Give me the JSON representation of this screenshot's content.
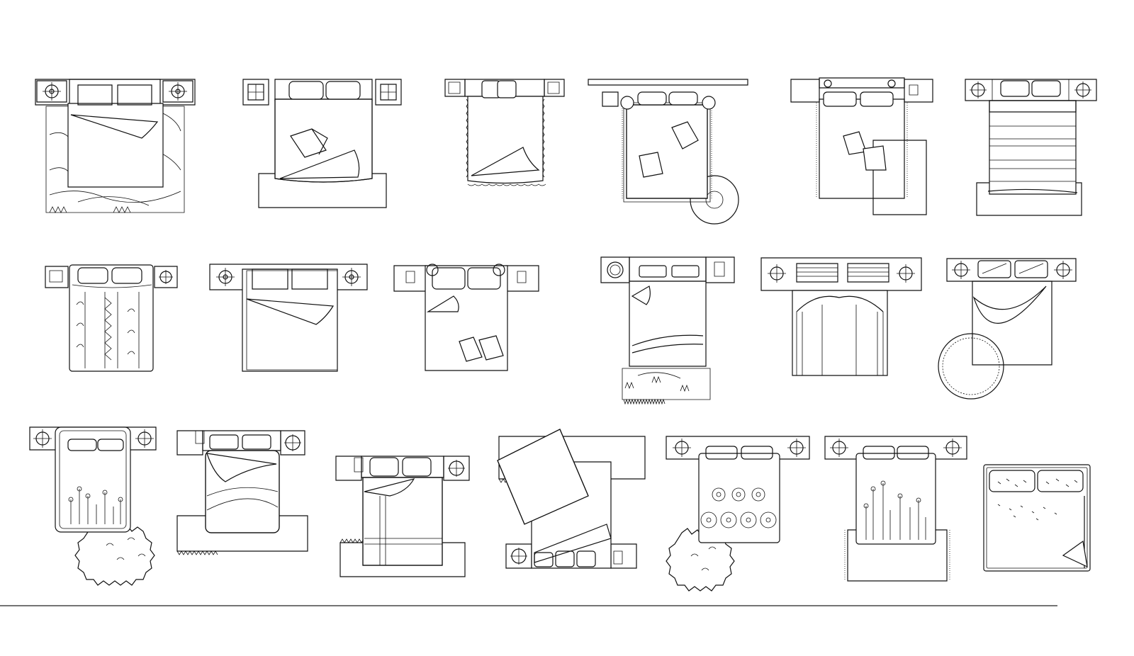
{
  "title": "",
  "colors": {
    "line": "#111111",
    "background": "#ffffff"
  },
  "drawing": {
    "type": "cad-furniture-block-sheet",
    "subject": "bed",
    "rows": [
      {
        "row": 1,
        "count": 6,
        "blocks": [
          {
            "id": "bed-01",
            "size": "double",
            "nightstands": 2,
            "rug": "wood-grain",
            "pattern": "plain"
          },
          {
            "id": "bed-02",
            "size": "double",
            "nightstands": 2,
            "rug": "crosshatch",
            "pattern": "dots"
          },
          {
            "id": "bed-03",
            "size": "double",
            "nightstands": 2,
            "rug": "none",
            "pattern": "plain-scalloped"
          },
          {
            "id": "bed-04",
            "size": "double",
            "nightstands": 2,
            "rug": "fringed-round",
            "pattern": "lattice"
          },
          {
            "id": "bed-05",
            "size": "double",
            "nightstands": 2,
            "rug": "dotted",
            "pattern": "plaid"
          },
          {
            "id": "bed-06",
            "size": "double",
            "nightstands": 2,
            "rug": "crosshatch",
            "pattern": "stripes"
          }
        ]
      },
      {
        "row": 2,
        "count": 6,
        "blocks": [
          {
            "id": "bed-07",
            "size": "single",
            "nightstands": 2,
            "rug": "none",
            "pattern": "leaves"
          },
          {
            "id": "bed-08",
            "size": "double",
            "nightstands": 2,
            "rug": "none",
            "pattern": "plain"
          },
          {
            "id": "bed-09",
            "size": "double",
            "nightstands": 2,
            "rug": "none",
            "pattern": "plain"
          },
          {
            "id": "bed-10",
            "size": "double",
            "nightstands": 2,
            "rug": "grass",
            "pattern": "plain"
          },
          {
            "id": "bed-11",
            "size": "double",
            "nightstands": 2,
            "rug": "none",
            "pattern": "curtain"
          },
          {
            "id": "bed-12",
            "size": "double",
            "nightstands": 2,
            "rug": "round",
            "pattern": "speckled"
          }
        ]
      },
      {
        "row": 3,
        "count": 7,
        "blocks": [
          {
            "id": "bed-13",
            "size": "single",
            "nightstands": 2,
            "rug": "shrub",
            "pattern": "flowers"
          },
          {
            "id": "bed-14",
            "size": "single",
            "nightstands": 2,
            "rug": "rect",
            "pattern": "dots-curves"
          },
          {
            "id": "bed-15",
            "size": "double",
            "nightstands": 2,
            "rug": "rect",
            "pattern": "herringbone"
          },
          {
            "id": "bed-16",
            "size": "double",
            "nightstands": 2,
            "rug": "dotted",
            "pattern": "plaid-throw"
          },
          {
            "id": "bed-17",
            "size": "double",
            "nightstands": 2,
            "rug": "shrub",
            "pattern": "daisies"
          },
          {
            "id": "bed-18",
            "size": "double",
            "nightstands": 2,
            "rug": "chevron",
            "pattern": "stems"
          },
          {
            "id": "bed-19",
            "size": "double",
            "nightstands": 0,
            "rug": "none",
            "pattern": "sprinkles"
          }
        ]
      }
    ]
  }
}
